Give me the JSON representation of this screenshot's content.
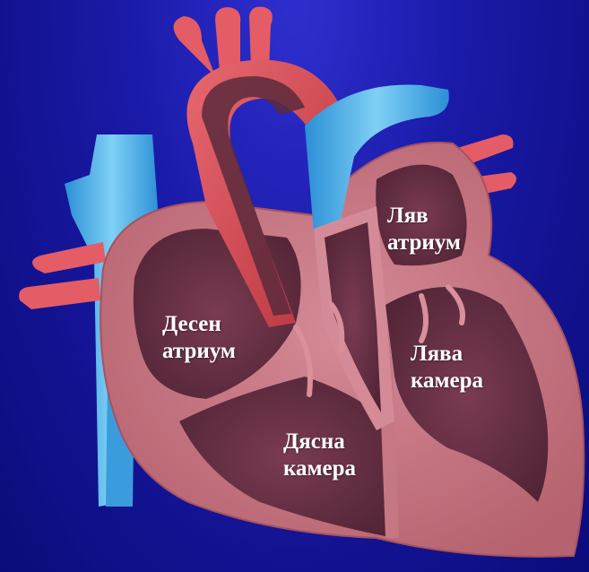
{
  "labels": {
    "left_atrium": [
      "Ляв",
      "атриум"
    ],
    "right_atrium": [
      "Десен",
      "атриум"
    ],
    "left_ventricle": [
      "Лява",
      "камера"
    ],
    "right_ventricle": [
      "Дясна",
      "камера"
    ]
  },
  "colors": {
    "background": "#1a1aa8",
    "muscle": "#c2727e",
    "cavity": "#5a2a3c",
    "aorta": "#d9454f",
    "vein": "#3fa6e0"
  }
}
